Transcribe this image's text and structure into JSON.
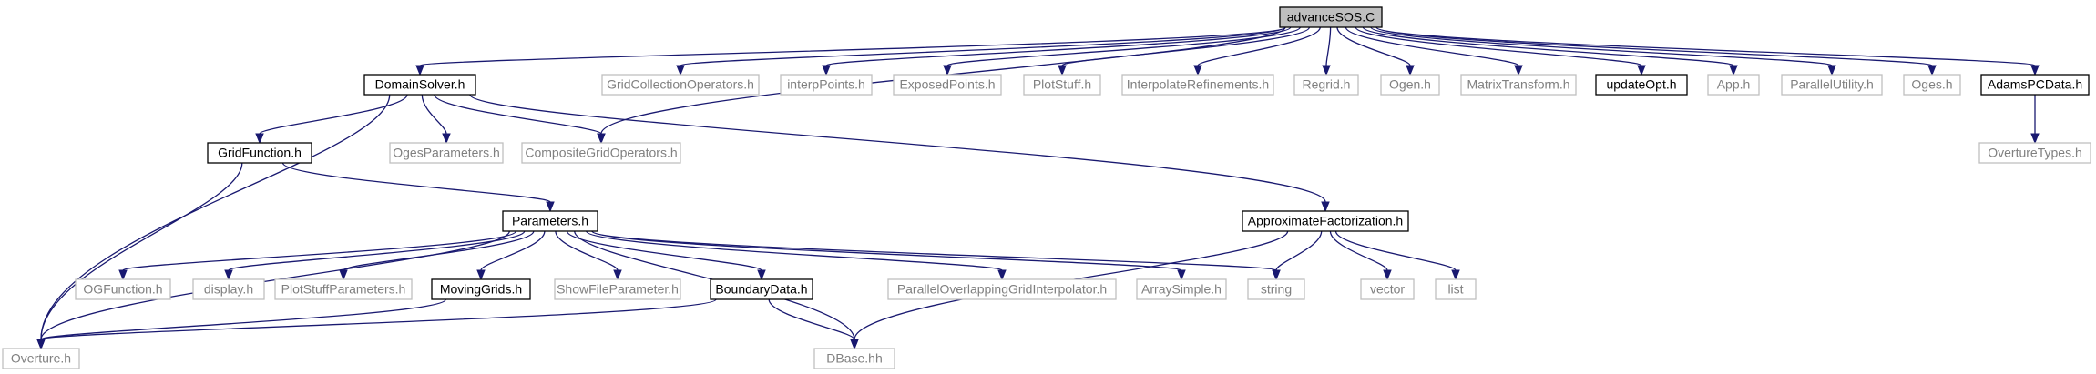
{
  "graph": {
    "nodes": [
      {
        "id": "advanceSOS",
        "label": "advanceSOS.C",
        "kind": "root"
      },
      {
        "id": "DomainSolver",
        "label": "DomainSolver.h",
        "kind": "internal"
      },
      {
        "id": "GridCollectionOperators",
        "label": "GridCollectionOperators.h",
        "kind": "external"
      },
      {
        "id": "interpPoints",
        "label": "interpPoints.h",
        "kind": "external"
      },
      {
        "id": "ExposedPoints",
        "label": "ExposedPoints.h",
        "kind": "external"
      },
      {
        "id": "PlotStuff",
        "label": "PlotStuff.h",
        "kind": "external"
      },
      {
        "id": "InterpolateRefinements",
        "label": "InterpolateRefinements.h",
        "kind": "external"
      },
      {
        "id": "Regrid",
        "label": "Regrid.h",
        "kind": "external"
      },
      {
        "id": "Ogen",
        "label": "Ogen.h",
        "kind": "external"
      },
      {
        "id": "MatrixTransform",
        "label": "MatrixTransform.h",
        "kind": "external"
      },
      {
        "id": "updateOpt",
        "label": "updateOpt.h",
        "kind": "internal"
      },
      {
        "id": "App",
        "label": "App.h",
        "kind": "external"
      },
      {
        "id": "ParallelUtility",
        "label": "ParallelUtility.h",
        "kind": "external"
      },
      {
        "id": "Oges",
        "label": "Oges.h",
        "kind": "external"
      },
      {
        "id": "AdamsPCData",
        "label": "AdamsPCData.h",
        "kind": "internal"
      },
      {
        "id": "OvertureTypes",
        "label": "OvertureTypes.h",
        "kind": "external"
      },
      {
        "id": "GridFunction",
        "label": "GridFunction.h",
        "kind": "internal"
      },
      {
        "id": "OgesParameters",
        "label": "OgesParameters.h",
        "kind": "external"
      },
      {
        "id": "CompositeGridOperators",
        "label": "CompositeGridOperators.h",
        "kind": "external"
      },
      {
        "id": "Parameters",
        "label": "Parameters.h",
        "kind": "internal"
      },
      {
        "id": "ApproximateFactorization",
        "label": "ApproximateFactorization.h",
        "kind": "internal"
      },
      {
        "id": "OGFunction",
        "label": "OGFunction.h",
        "kind": "external"
      },
      {
        "id": "display",
        "label": "display.h",
        "kind": "external"
      },
      {
        "id": "PlotStuffParameters",
        "label": "PlotStuffParameters.h",
        "kind": "external"
      },
      {
        "id": "MovingGrids",
        "label": "MovingGrids.h",
        "kind": "internal"
      },
      {
        "id": "ShowFileParameter",
        "label": "ShowFileParameter.h",
        "kind": "external"
      },
      {
        "id": "BoundaryData",
        "label": "BoundaryData.h",
        "kind": "internal"
      },
      {
        "id": "ParallelOverlappingGridInterpolator",
        "label": "ParallelOverlappingGridInterpolator.h",
        "kind": "external"
      },
      {
        "id": "ArraySimple",
        "label": "ArraySimple.h",
        "kind": "external"
      },
      {
        "id": "string",
        "label": "string",
        "kind": "external"
      },
      {
        "id": "vector",
        "label": "vector",
        "kind": "external"
      },
      {
        "id": "list",
        "label": "list",
        "kind": "external"
      },
      {
        "id": "Overture",
        "label": "Overture.h",
        "kind": "external"
      },
      {
        "id": "DBase",
        "label": "DBase.hh",
        "kind": "external"
      }
    ],
    "edges": [
      [
        "advanceSOS",
        "DomainSolver"
      ],
      [
        "advanceSOS",
        "GridCollectionOperators"
      ],
      [
        "advanceSOS",
        "interpPoints"
      ],
      [
        "advanceSOS",
        "ExposedPoints"
      ],
      [
        "advanceSOS",
        "PlotStuff"
      ],
      [
        "advanceSOS",
        "InterpolateRefinements"
      ],
      [
        "advanceSOS",
        "Regrid"
      ],
      [
        "advanceSOS",
        "Ogen"
      ],
      [
        "advanceSOS",
        "MatrixTransform"
      ],
      [
        "advanceSOS",
        "updateOpt"
      ],
      [
        "advanceSOS",
        "App"
      ],
      [
        "advanceSOS",
        "ParallelUtility"
      ],
      [
        "advanceSOS",
        "Oges"
      ],
      [
        "advanceSOS",
        "AdamsPCData"
      ],
      [
        "advanceSOS",
        "CompositeGridOperators"
      ],
      [
        "AdamsPCData",
        "OvertureTypes"
      ],
      [
        "DomainSolver",
        "GridFunction"
      ],
      [
        "DomainSolver",
        "OgesParameters"
      ],
      [
        "DomainSolver",
        "CompositeGridOperators"
      ],
      [
        "DomainSolver",
        "ApproximateFactorization"
      ],
      [
        "DomainSolver",
        "Overture"
      ],
      [
        "GridFunction",
        "Parameters"
      ],
      [
        "GridFunction",
        "Overture"
      ],
      [
        "Parameters",
        "Overture"
      ],
      [
        "Parameters",
        "OGFunction"
      ],
      [
        "Parameters",
        "display"
      ],
      [
        "Parameters",
        "PlotStuffParameters"
      ],
      [
        "Parameters",
        "MovingGrids"
      ],
      [
        "Parameters",
        "ShowFileParameter"
      ],
      [
        "Parameters",
        "BoundaryData"
      ],
      [
        "Parameters",
        "DBase"
      ],
      [
        "Parameters",
        "ParallelOverlappingGridInterpolator"
      ],
      [
        "Parameters",
        "ArraySimple"
      ],
      [
        "Parameters",
        "string"
      ],
      [
        "ApproximateFactorization",
        "string"
      ],
      [
        "ApproximateFactorization",
        "vector"
      ],
      [
        "ApproximateFactorization",
        "list"
      ],
      [
        "ApproximateFactorization",
        "DBase"
      ],
      [
        "MovingGrids",
        "Overture"
      ],
      [
        "BoundaryData",
        "Overture"
      ],
      [
        "BoundaryData",
        "DBase"
      ]
    ]
  }
}
